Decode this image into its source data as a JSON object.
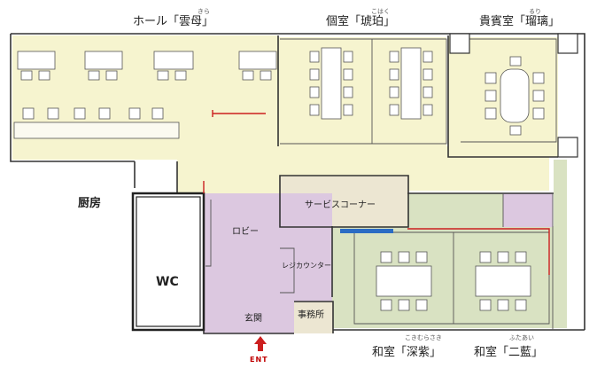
{
  "labels": {
    "hall": "ホール「雲母」",
    "hall_ruby": "きら",
    "private_room": "個室「琥珀」",
    "private_room_ruby": "こはく",
    "vip_room": "貴賓室「瑠璃」",
    "vip_room_ruby": "るり",
    "kitchen": "厨房",
    "service_corner": "サービスコーナー",
    "lobby": "ロビー",
    "register": "レジカウンター",
    "wc": "WC",
    "entrance": "玄関",
    "office": "事務所",
    "japanese_room_1": "和室「深紫」",
    "japanese_room_1_ruby": "こきむらさき",
    "japanese_room_2": "和室「二藍」",
    "japanese_room_2_ruby": "ふたあい",
    "ent_marker": "ENT"
  },
  "colors": {
    "hall_fill": "#f6f4cf",
    "service_fill": "#ece6d2",
    "lobby_fill": "#dcc8e0",
    "tatami_fill": "#d9e2c2",
    "wall": "#333333",
    "accent_red": "#cc1f1f",
    "accent_blue": "#2b6cc4"
  }
}
